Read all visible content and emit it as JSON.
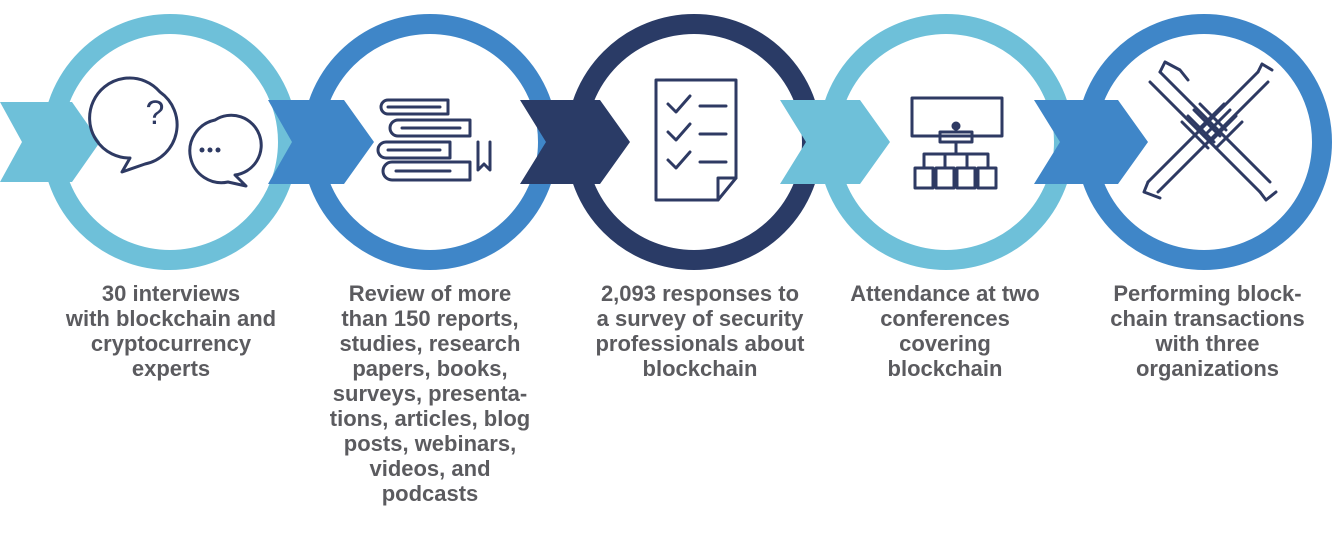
{
  "colors": {
    "light": "#6ec0d9",
    "medium": "#3f86c8",
    "dark": "#2a3b66",
    "icon": "#2e3a63",
    "text": "#5b5b5f"
  },
  "steps": [
    {
      "icon": "speech-bubbles-icon",
      "ring_color": "light",
      "arrow_color": "light",
      "caption": "30 interviews\nwith blockchain and\ncryptocurrency\nexperts"
    },
    {
      "icon": "stacked-books-icon",
      "ring_color": "medium",
      "arrow_color": "medium",
      "caption": "Review of more\nthan 150 reports,\nstudies, research\npapers, books,\nsurveys, presenta-\ntions, articles, blog\nposts, webinars,\nvideos, and\npodcasts"
    },
    {
      "icon": "checklist-icon",
      "ring_color": "dark",
      "arrow_color": "dark",
      "caption": "2,093 responses to\na survey of security\nprofessionals about\nblockchain"
    },
    {
      "icon": "presentation-audience-icon",
      "ring_color": "light",
      "arrow_color": "light",
      "caption": "Attendance at two\nconferences\ncovering\nblockchain"
    },
    {
      "icon": "joined-hands-icon",
      "ring_color": "medium",
      "arrow_color": "medium",
      "caption": "Performing block-\nchain transactions\nwith three\norganizations"
    }
  ]
}
